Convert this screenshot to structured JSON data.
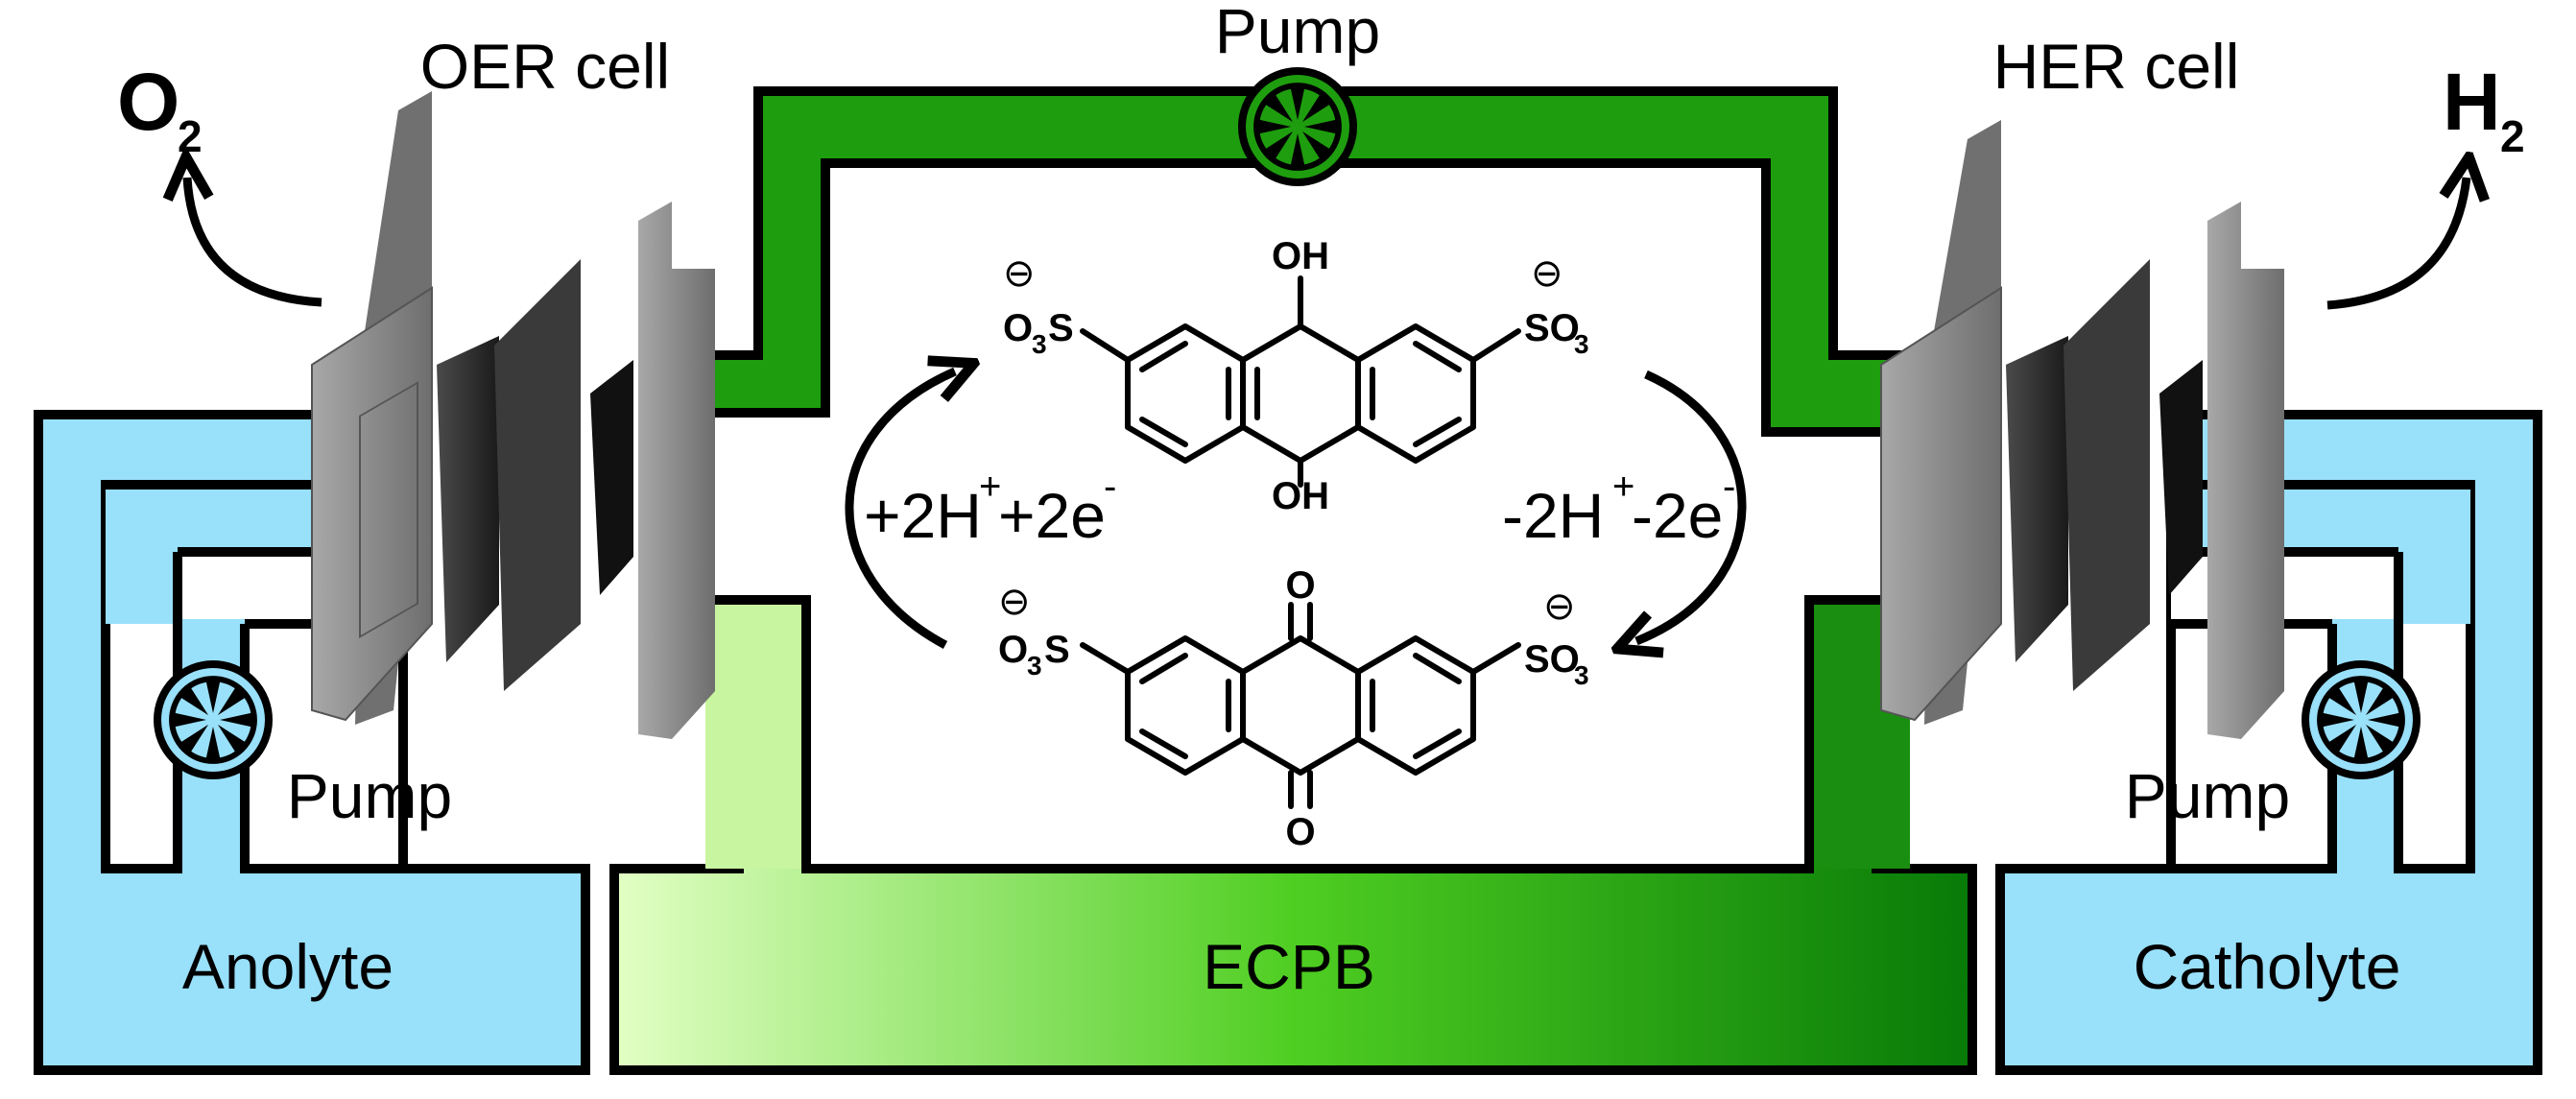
{
  "colors": {
    "electrolyte_blue": "#99E0FA",
    "ecpb_green_dark": "#1E9E0E",
    "ecpb_gradient_light": "#DFFFC0",
    "ecpb_gradient_dark": "#0A7A0A",
    "outline": "#000000",
    "plate_gray": "#8A8A8A",
    "membrane_black": "#111111"
  },
  "cells": {
    "oer_label": "OER cell",
    "her_label": "HER cell"
  },
  "gases": {
    "o2_main": "O",
    "o2_sub": "2",
    "h2_main": "H",
    "h2_sub": "2"
  },
  "pumps": {
    "top": "Pump",
    "left": "Pump",
    "right": "Pump"
  },
  "tanks": {
    "anolyte": "Anolyte",
    "ecpb": "ECPB",
    "catholyte": "Catholyte"
  },
  "reactions": {
    "reduction": {
      "coef_h": "+2H",
      "h_charge": "+",
      "coef_e": "+2e",
      "e_charge": "-"
    },
    "oxidation": {
      "coef_h": "-2H",
      "h_charge": "+",
      "coef_e": "-2e",
      "e_charge": "-"
    }
  },
  "molecules": {
    "hydroquinone": {
      "top_group": "OH",
      "bottom_group": "OH",
      "left_o": "O",
      "left_sub": "3",
      "left_s": "S",
      "right_s": "SO",
      "right_sub": "3",
      "charge": "⊖"
    },
    "quinone": {
      "top_group": "O",
      "bottom_group": "O",
      "left_o": "O",
      "left_sub": "3",
      "left_s": "S",
      "right_s": "SO",
      "right_sub": "3",
      "charge": "⊖"
    }
  }
}
